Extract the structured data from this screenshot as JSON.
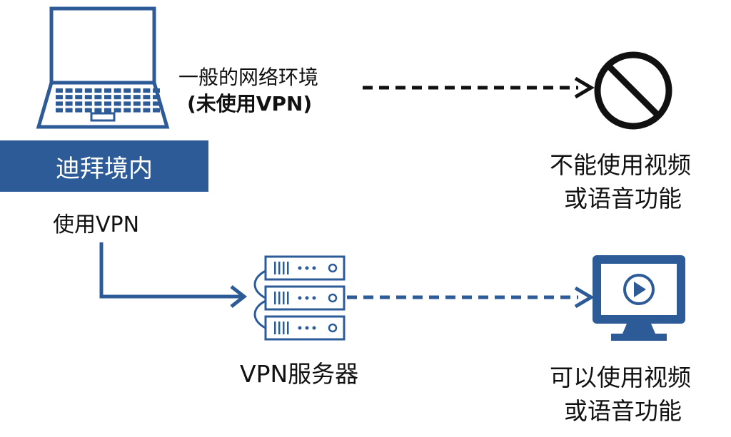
{
  "colors": {
    "primary": "#2d5b97",
    "ink": "#111111",
    "background": "#ffffff"
  },
  "icons": {
    "laptop": "laptop-icon",
    "blocked": "prohibited-icon",
    "server": "server-stack-icon",
    "monitor": "monitor-play-icon"
  },
  "location_banner": "迪拜境内",
  "normal_path": {
    "label_line1": "一般的网络环境",
    "label_line2": "(未使用VPN)",
    "result_line1": "不能使用视频",
    "result_line2": "或语音功能"
  },
  "vpn_path": {
    "use_label": "使用VPN",
    "server_label": "VPN服务器",
    "result_line1": "可以使用视频",
    "result_line2": "或语音功能"
  }
}
